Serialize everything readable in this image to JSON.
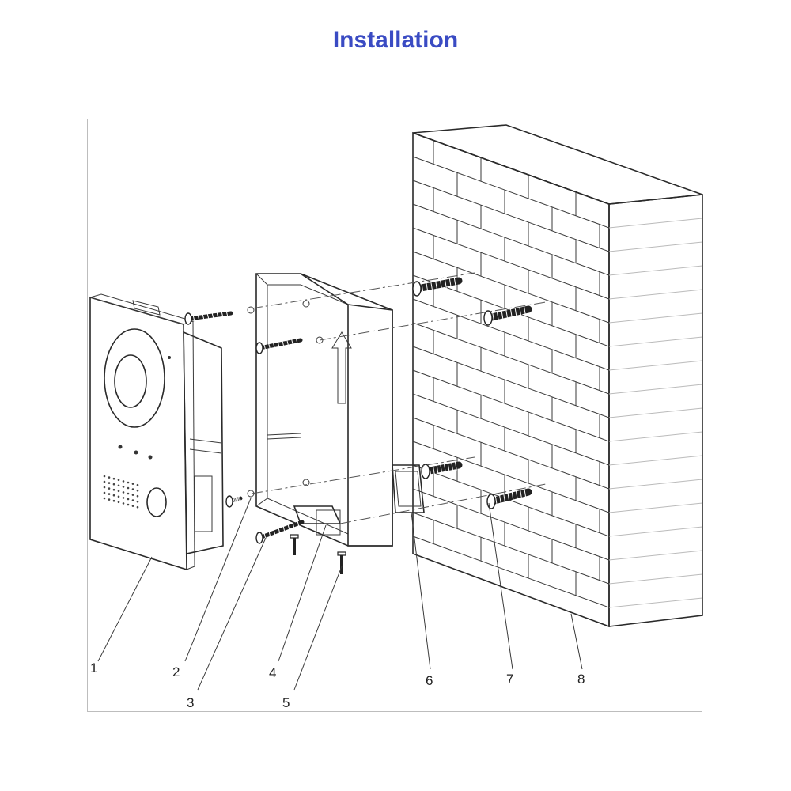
{
  "title": "Installation",
  "callouts": [
    {
      "id": "1",
      "label": "1"
    },
    {
      "id": "2",
      "label": "2"
    },
    {
      "id": "3",
      "label": "3"
    },
    {
      "id": "4",
      "label": "4"
    },
    {
      "id": "5",
      "label": "5"
    },
    {
      "id": "6",
      "label": "6"
    },
    {
      "id": "7",
      "label": "7"
    },
    {
      "id": "8",
      "label": "8"
    }
  ],
  "colors": {
    "title": "#3a4bc3",
    "line": "#2a2a2a",
    "frame": "#bdbdbd"
  }
}
